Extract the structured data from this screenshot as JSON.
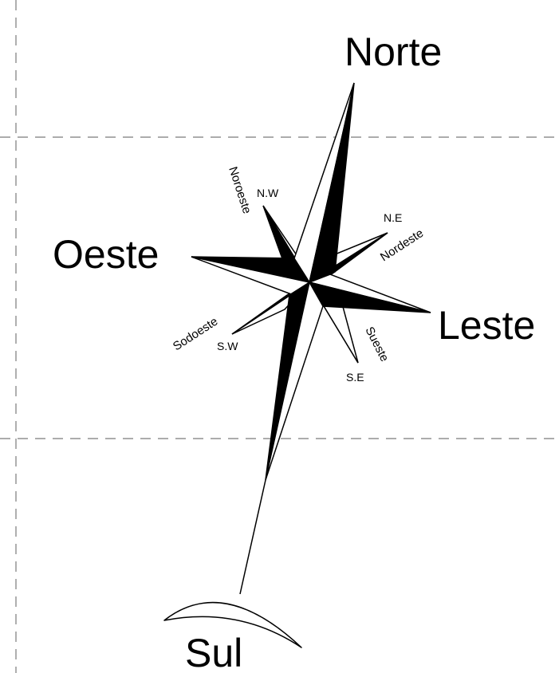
{
  "cardinals": {
    "north": "Norte",
    "east": "Leste",
    "south": "Sul",
    "west": "Oeste"
  },
  "intercardinals": {
    "ne_abbr": "N.E",
    "ne_name": "Nordeste",
    "nw_abbr": "N.W",
    "nw_name": "Noroeste",
    "se_abbr": "S.E",
    "se_name": "Sueste",
    "sw_abbr": "S.W",
    "sw_name": "Sodoeste"
  },
  "colors": {
    "ink": "#000000",
    "paper": "#ffffff",
    "guide": "#7a7a7a"
  }
}
